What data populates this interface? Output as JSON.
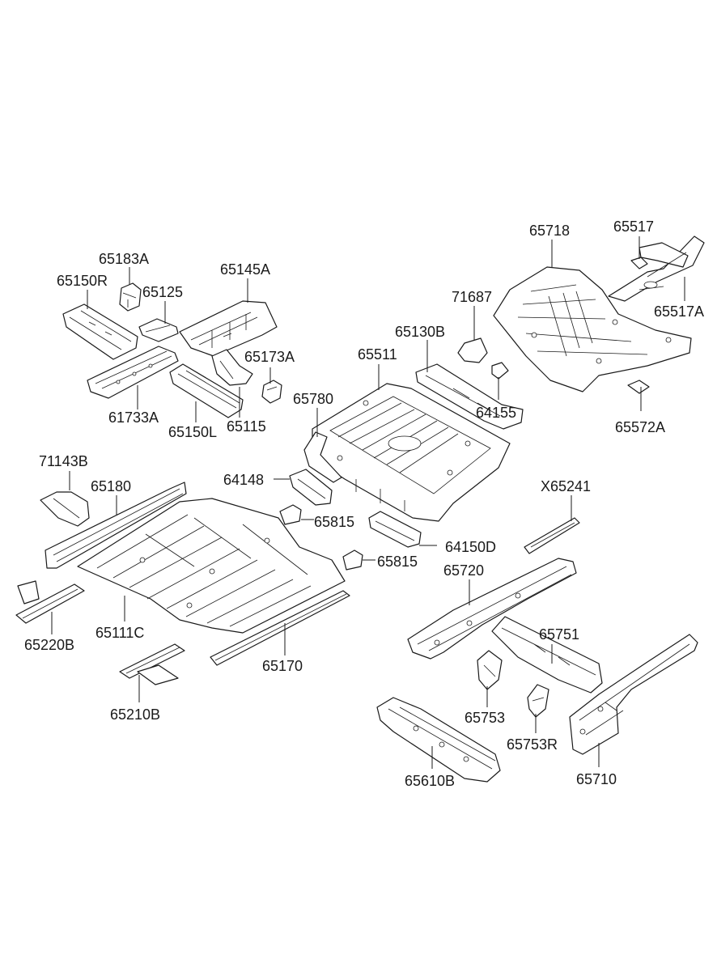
{
  "parts": [
    {
      "id": "p65150R",
      "label": "65150R"
    },
    {
      "id": "p65183A",
      "label": "65183A"
    },
    {
      "id": "p65125",
      "label": "65125"
    },
    {
      "id": "p65145A",
      "label": "65145A"
    },
    {
      "id": "p61733A",
      "label": "61733A"
    },
    {
      "id": "p65150L",
      "label": "65150L"
    },
    {
      "id": "p65173A",
      "label": "65173A"
    },
    {
      "id": "p65115",
      "label": "65115"
    },
    {
      "id": "p65511",
      "label": "65511"
    },
    {
      "id": "p65780",
      "label": "65780"
    },
    {
      "id": "p65130B",
      "label": "65130B"
    },
    {
      "id": "p71687",
      "label": "71687"
    },
    {
      "id": "p64155",
      "label": "64155"
    },
    {
      "id": "p65718",
      "label": "65718"
    },
    {
      "id": "p65517",
      "label": "65517"
    },
    {
      "id": "p65517A",
      "label": "65517A"
    },
    {
      "id": "p65572A",
      "label": "65572A"
    },
    {
      "id": "p71143B",
      "label": "71143B"
    },
    {
      "id": "p65180",
      "label": "65180"
    },
    {
      "id": "p64148",
      "label": "64148"
    },
    {
      "id": "p65815a",
      "label": "65815"
    },
    {
      "id": "p64150D",
      "label": "64150D"
    },
    {
      "id": "p65815b",
      "label": "65815"
    },
    {
      "id": "pX65241",
      "label": "X65241"
    },
    {
      "id": "p65720",
      "label": "65720"
    },
    {
      "id": "p65220B",
      "label": "65220B"
    },
    {
      "id": "p65111C",
      "label": "65111C"
    },
    {
      "id": "p65170",
      "label": "65170"
    },
    {
      "id": "p65751",
      "label": "65751"
    },
    {
      "id": "p65210B",
      "label": "65210B"
    },
    {
      "id": "p65753",
      "label": "65753"
    },
    {
      "id": "p65753R",
      "label": "65753R"
    },
    {
      "id": "p65610B",
      "label": "65610B"
    },
    {
      "id": "p65710",
      "label": "65710"
    }
  ]
}
